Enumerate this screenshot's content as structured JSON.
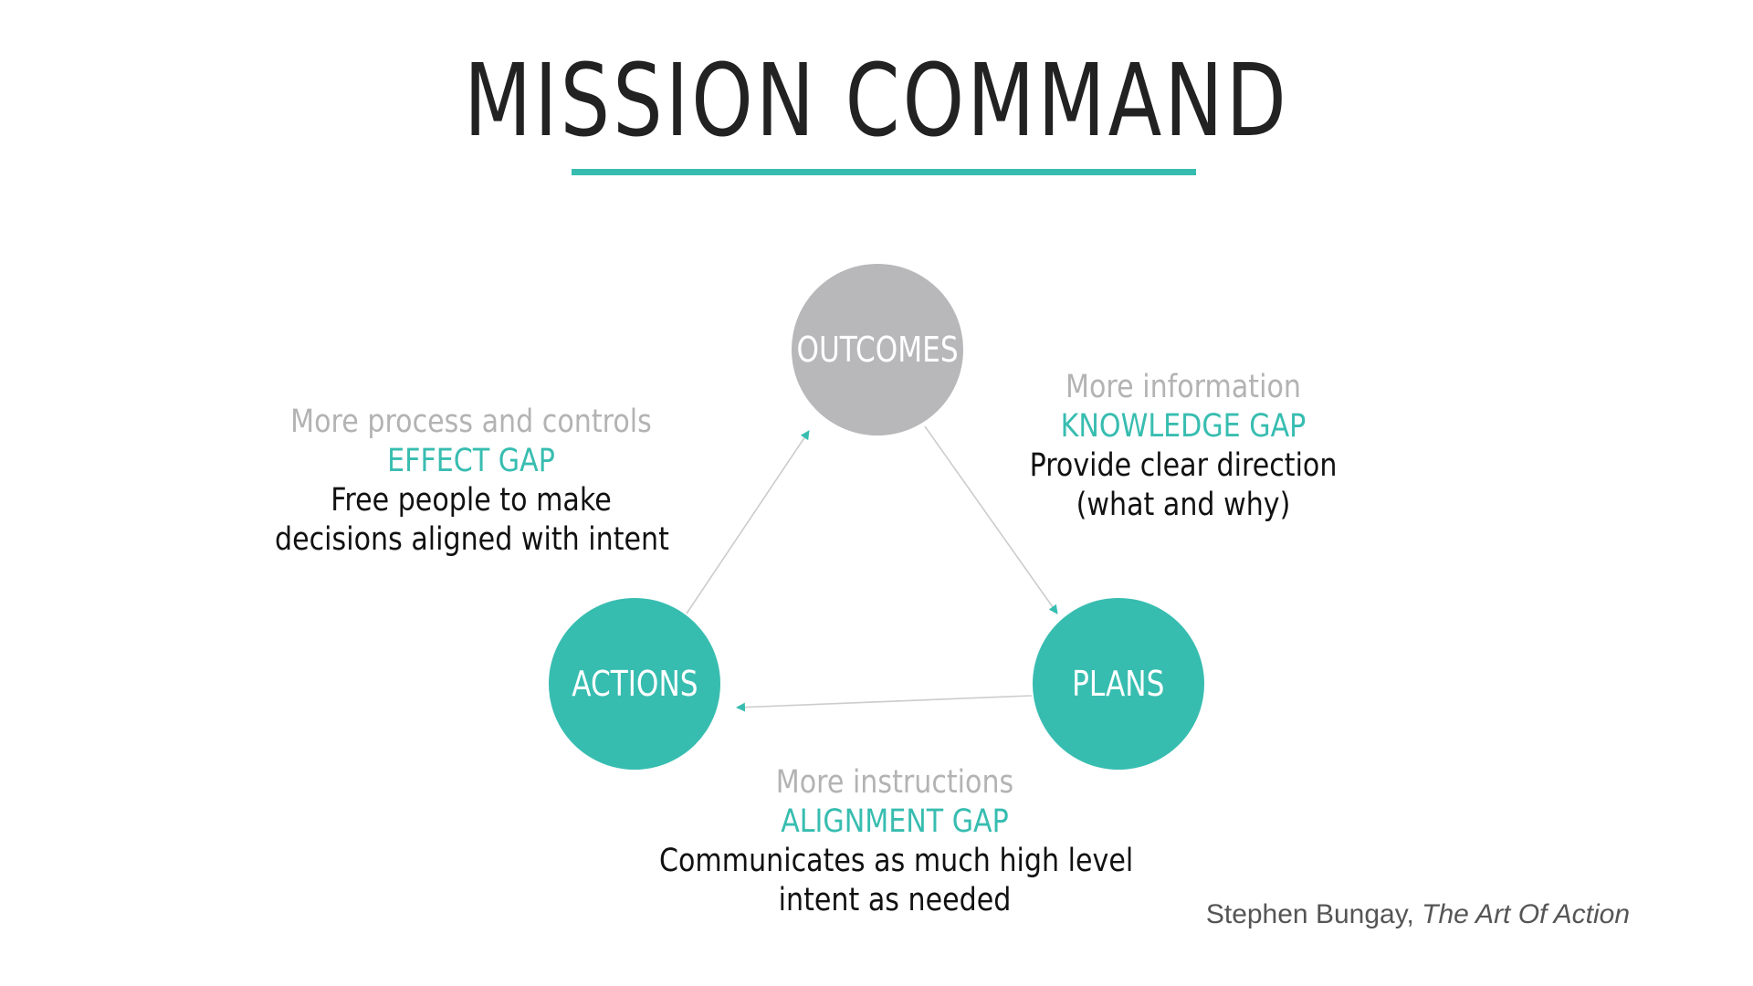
{
  "title": "MISSION COMMAND",
  "colors": {
    "accent": "#37bdb0",
    "outcomes_node": "#b8b7ba",
    "remedy_text": "#b3b3b3",
    "connector": "#cccccc",
    "title_text": "#222222"
  },
  "nodes": {
    "outcomes": "OUTCOMES",
    "actions": "ACTIONS",
    "plans": "PLANS"
  },
  "gaps": {
    "effect": {
      "remedy": "More process and controls",
      "name": "EFFECT GAP",
      "description_line1": "Free people to  make",
      "description_line2": "decisions aligned with intent"
    },
    "knowledge": {
      "remedy": "More information",
      "name": "KNOWLEDGE GAP",
      "description_line1": "Provide clear direction",
      "description_line2": "(what and why)"
    },
    "alignment": {
      "remedy": "More instructions",
      "name": "ALIGNMENT GAP",
      "description_line1": "Communicates as much high level",
      "description_line2": "intent as needed"
    }
  },
  "citation": {
    "author": "Stephen Bungay, ",
    "work": "The Art Of Action"
  }
}
